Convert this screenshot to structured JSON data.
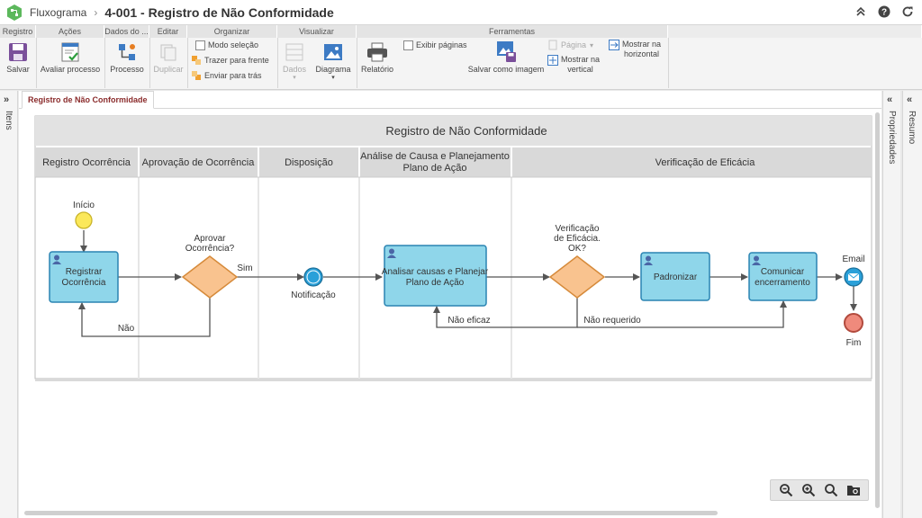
{
  "header": {
    "breadcrumb": "Fluxograma",
    "separator": "›",
    "title": "4-001 - Registro de Não Conformidade"
  },
  "ribbon": {
    "groups": {
      "registro": "Registro",
      "acoes": "Ações",
      "dados": "Dados do ...",
      "editar": "Editar",
      "organizar": "Organizar",
      "visualizar": "Visualizar",
      "ferramentas": "Ferramentas"
    },
    "buttons": {
      "salvar": "Salvar",
      "avaliar": "Avaliar processo",
      "processo": "Processo",
      "duplicar": "Duplicar",
      "modo_selecao": "Modo seleção",
      "trazer_frente": "Trazer para frente",
      "enviar_tras": "Enviar para trás",
      "dados": "Dados",
      "diagrama": "Diagrama",
      "relatorio": "Relatório",
      "exibir_paginas": "Exibir páginas",
      "salvar_imagem": "Salvar como imagem",
      "pagina": "Página",
      "mostrar_vertical_1": "Mostrar na",
      "mostrar_vertical_2": "vertical",
      "mostrar_horizontal_1": "Mostrar na",
      "mostrar_horizontal_2": "horizontal"
    }
  },
  "side": {
    "left_label": "Itens",
    "right_label_1": "Propriedades",
    "right_label_2": "Resumo"
  },
  "tab": {
    "label": "Registro de Não Conformidade"
  },
  "diagram": {
    "pool_title": "Registro de Não Conformidade",
    "lanes": [
      "Registro Ocorrência",
      "Aprovação de Ocorrência",
      "Disposição",
      "Análise de Causa e Planejamento",
      "Plano de Ação",
      "Verificação de Eficácia"
    ],
    "inicio": "Início",
    "task_registrar_1": "Registrar",
    "task_registrar_2": "Ocorrência",
    "gw_aprovar_1": "Aprovar",
    "gw_aprovar_2": "Ocorrência?",
    "flow_sim": "Sim",
    "flow_nao": "Não",
    "notificacao": "Notificação",
    "task_analisar_1": "Analisar causas e Planejar",
    "task_analisar_2": "Plano de Ação",
    "gw_verif_1": "Verificação",
    "gw_verif_2": "de Eficácia.",
    "gw_verif_3": "OK?",
    "task_padronizar": "Padronizar",
    "task_comunicar_1": "Comunicar",
    "task_comunicar_2": "encerramento",
    "email": "Email",
    "fim": "Fim",
    "flow_nao_eficaz": "Não eficaz",
    "flow_nao_requerido": "Não requerido"
  },
  "colors": {
    "task_fill": "#8fd6ea",
    "task_stroke": "#2a84b2",
    "gateway_fill": "#f9c38f",
    "gateway_stroke": "#d68a3a",
    "start_fill": "#fbe85a",
    "end_fill": "#ef8a7c",
    "intermediate_fill": "#2aa0d9",
    "accent_title": "#8a2b2b"
  }
}
